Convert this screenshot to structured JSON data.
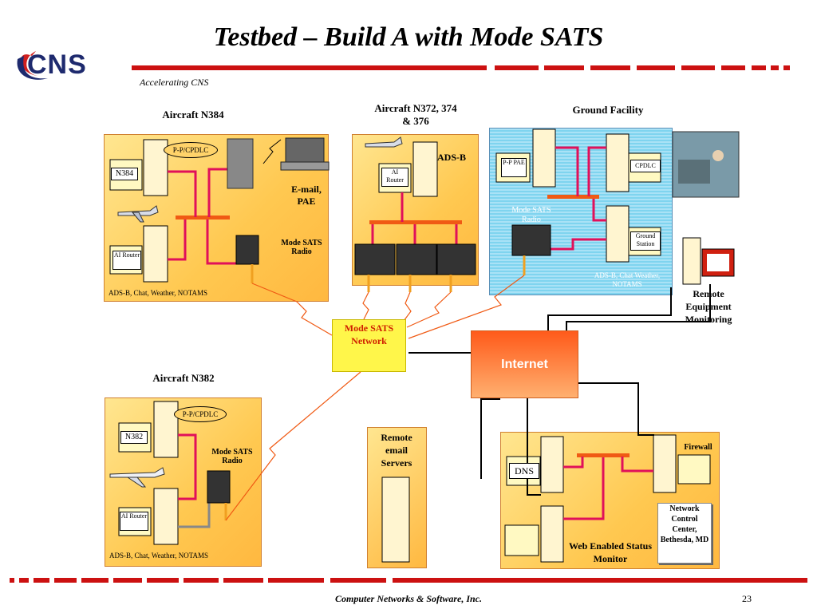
{
  "title": "Testbed – Build A with Mode SATS",
  "logo": {
    "text": "CNS"
  },
  "tagline": "Accelerating CNS",
  "aircraft_n384": {
    "heading": "Aircraft N384",
    "oval": "P-P/CPDLC",
    "pc_label": "N384",
    "router_label": "AI Router",
    "email_label": "E-mail, PAE",
    "radio_label": "Mode SATS Radio",
    "footer": "ADS-B, Chat, Weather, NOTAMS"
  },
  "aircraft_n372": {
    "heading": "Aircraft N372, 374 & 376",
    "router_label": "AI Router",
    "adsb_label": "ADS-B"
  },
  "ground_facility": {
    "heading": "Ground Facility",
    "pp_pae": "P-P PAE",
    "cpdlc": "CPDLC",
    "radio_label": "Mode SATS Radio",
    "ground_station": "Ground Station",
    "footer": "ADS-B, Chat Weather, NOTAMS"
  },
  "remote_monitoring": "Remote Equipment Monitoring",
  "mode_sats_network": "Mode SATS Network",
  "internet": "Internet",
  "aircraft_n382": {
    "heading": "Aircraft N382",
    "oval": "P-P/CPDLC",
    "pc_label": "N382",
    "router_label": "AI Router",
    "radio_label": "Mode SATS Radio",
    "footer": "ADS-B, Chat, Weather, NOTAMS"
  },
  "remote_email": "Remote email Servers",
  "noc_facility": {
    "dns": "DNS",
    "firewall": "Firewall",
    "web_monitor": "Web Enabled Status Monitor",
    "noc": "Network Control Center, Bethesda, MD"
  },
  "footer": "Computer Networks & Software, Inc.",
  "page_number": "23",
  "colors": {
    "logo_blue": "#1e2a6e",
    "logo_red": "#d01f1f",
    "rule_red": "#cc1111",
    "link_pink": "#e0105a",
    "bus_orange": "#f05a14"
  }
}
